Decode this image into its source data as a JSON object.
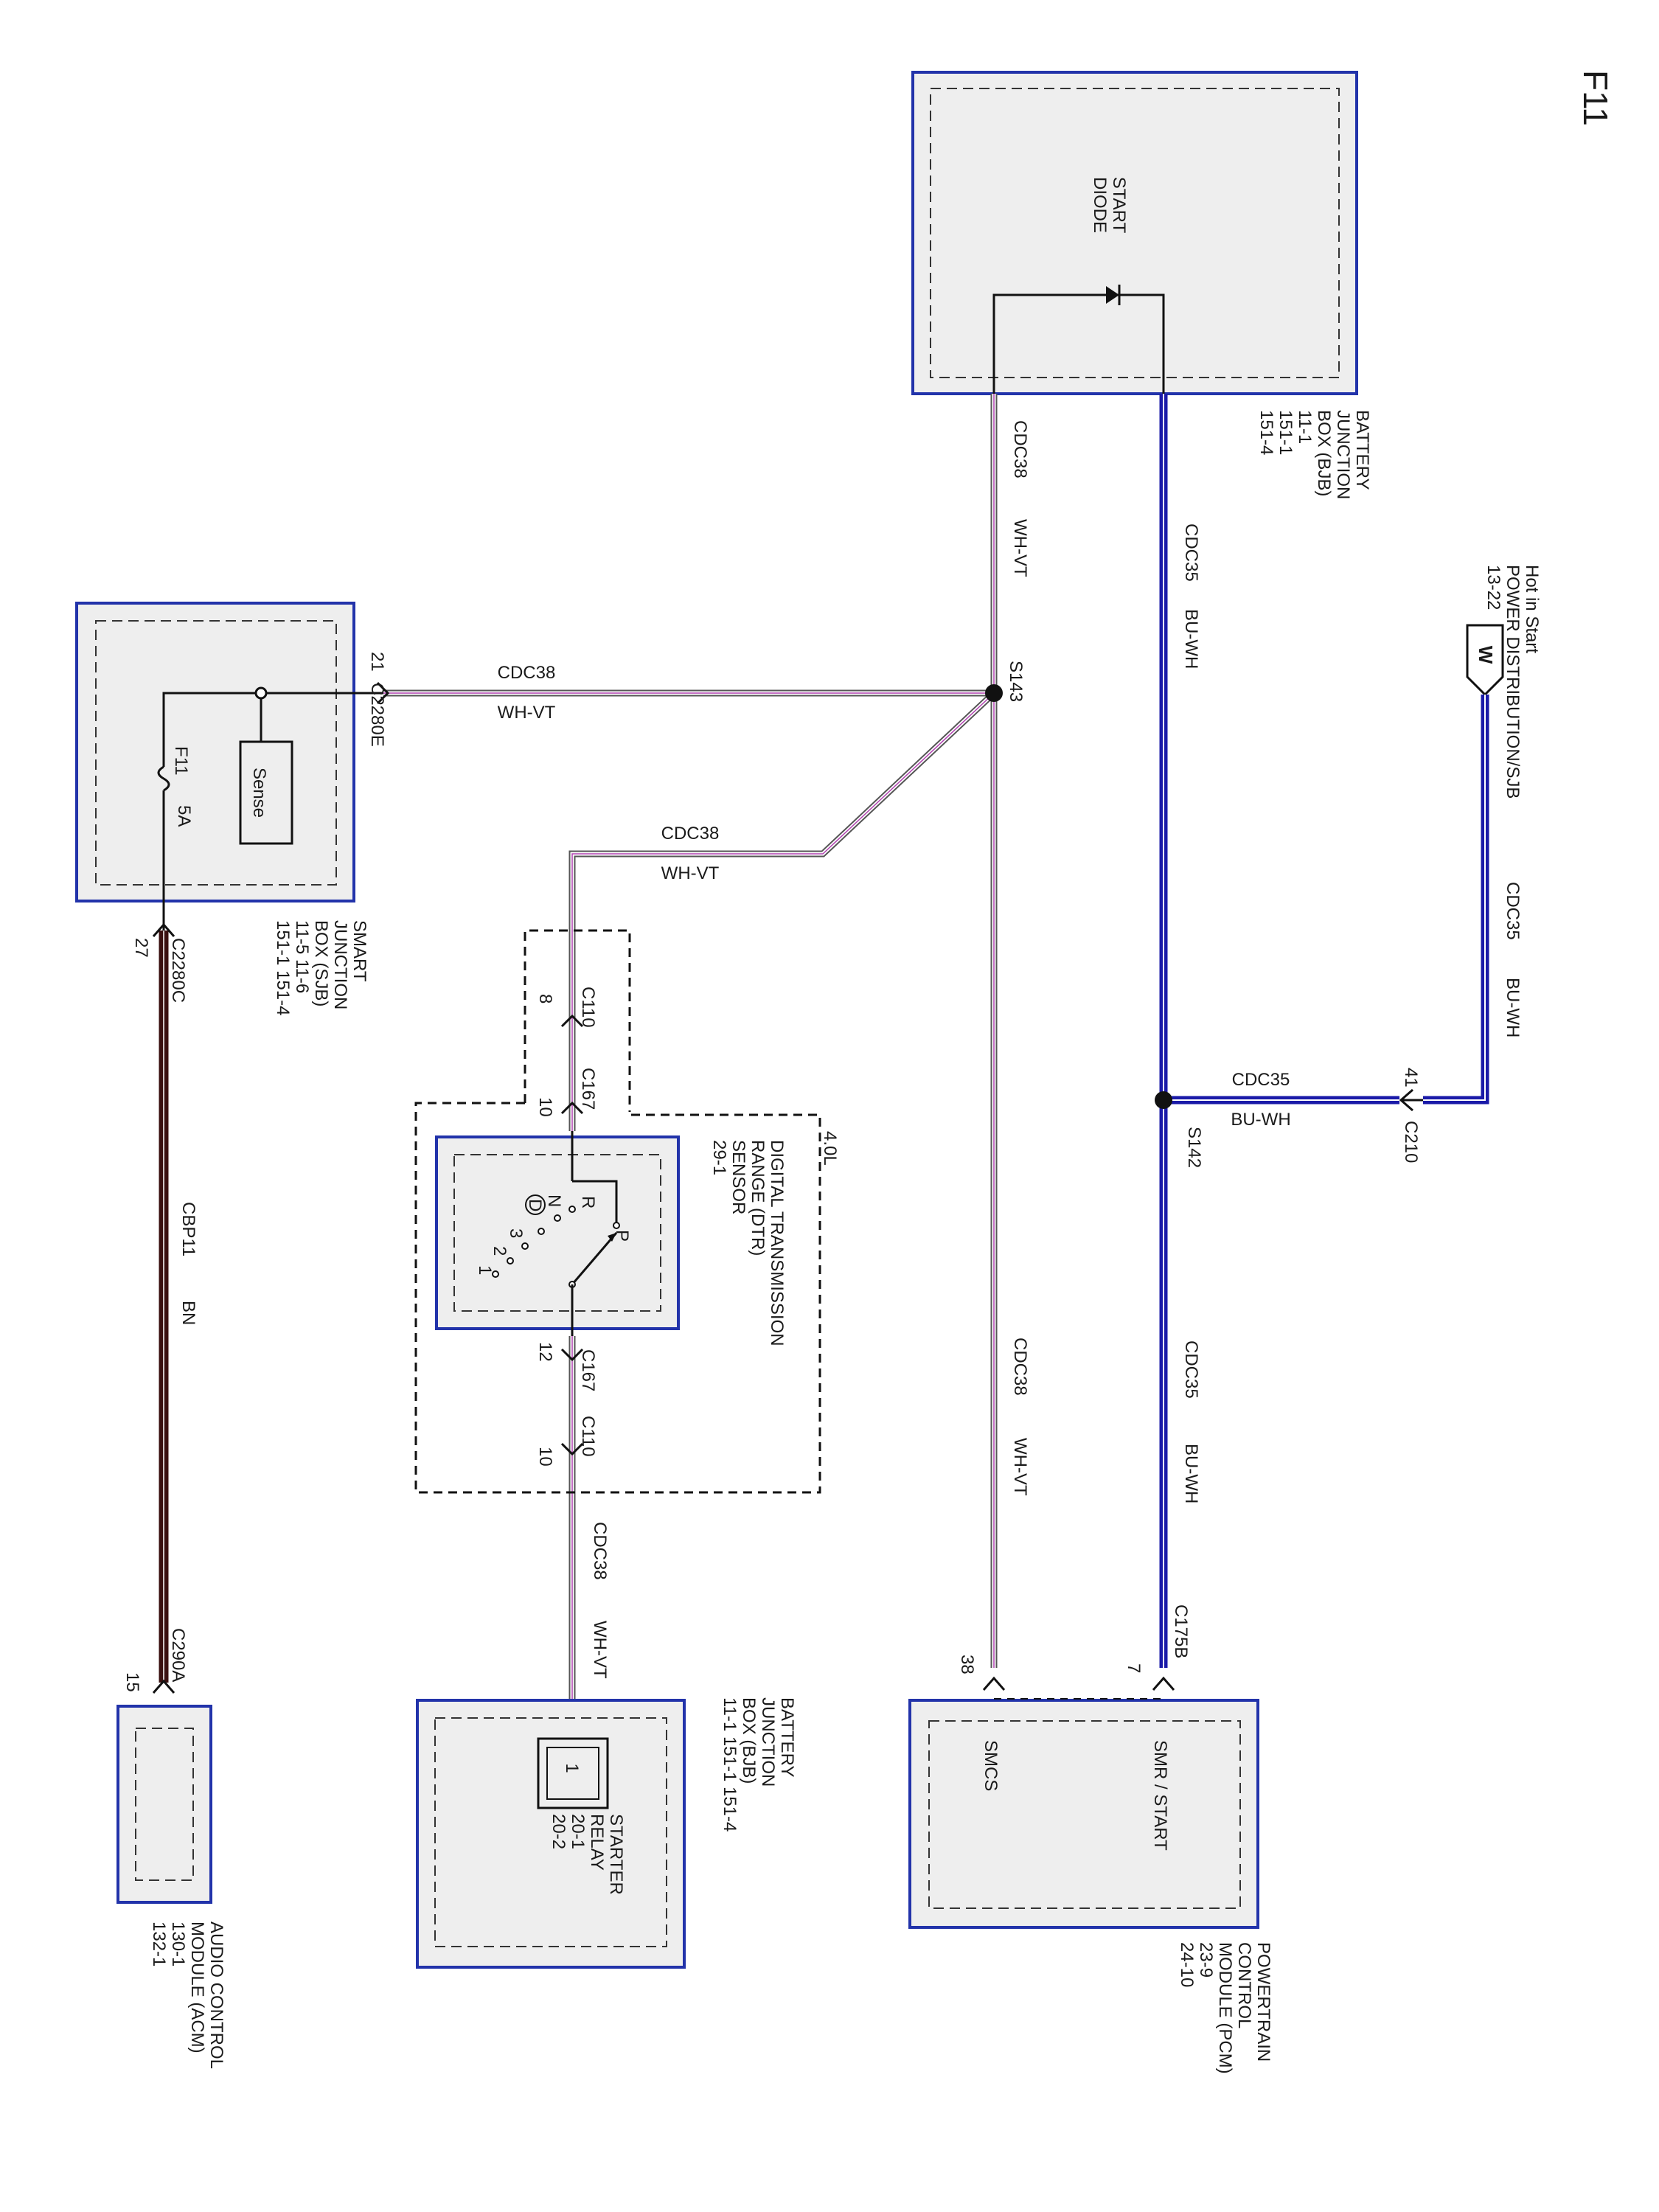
{
  "page_id": "F11",
  "components": {
    "bjb_top": {
      "inner_label": [
        "START",
        "DIODE"
      ],
      "name": [
        "BATTERY",
        "JUNCTION",
        "BOX (BJB)"
      ],
      "refs": [
        "11-1",
        "151-1",
        "151-4"
      ]
    },
    "sjb": {
      "name": [
        "SMART",
        "JUNCTION",
        "BOX (SJB)"
      ],
      "refs": [
        "11-5      11-6",
        "151-1          151-4"
      ],
      "sense_label": "Sense",
      "fuse_label": "F11",
      "fuse_rating": "5A"
    },
    "dtr": {
      "name": [
        "DIGITAL TRANSMISSION",
        "RANGE (DTR)",
        "SENSOR"
      ],
      "ref": "29-1",
      "engine": "4.0L",
      "positions": [
        "P",
        "R",
        "N",
        "D",
        "3",
        "2",
        "1"
      ]
    },
    "pcm": {
      "name": [
        "POWERTRAIN",
        "CONTROL",
        "MODULE (PCM)"
      ],
      "refs": [
        "23-9",
        "24-10"
      ],
      "pin1": "SMR / START",
      "pin2": "SMCS"
    },
    "bjb_bottom": {
      "name": [
        "BATTERY",
        "JUNCTION",
        "BOX (BJB)"
      ],
      "refs": [
        "11-1      151-1      151-4"
      ],
      "relay_name": [
        "STARTER",
        "RELAY"
      ],
      "relay_refs": [
        "20-1",
        "20-2"
      ],
      "relay_pin": "1"
    },
    "acm": {
      "name": [
        "AUDIO CONTROL",
        "MODULE (ACM)"
      ],
      "refs": [
        "130-1",
        "132-1"
      ]
    },
    "power": {
      "text": [
        "Hot in Start",
        "POWER DISTRIBUTION/SJB"
      ],
      "ref": "13-22",
      "symbol": "W"
    }
  },
  "circuits": {
    "cdc35": "CDC35",
    "bu_wh": "BU-WH",
    "cdc38": "CDC38",
    "wh_vt": "WH-VT",
    "cbp11": "CBP11",
    "bn": "BN"
  },
  "splices": {
    "s143": "S143",
    "s142": "S142"
  },
  "connectors": {
    "c210": "C210",
    "c210_pin": "41",
    "c2280e": "C2280E",
    "c2280e_pin": "21",
    "c2280c": "C2280C",
    "c2280c_pin": "27",
    "c110_top": "C110",
    "c110_top_pin": "8",
    "c167_top": "C167",
    "c167_top_pin": "10",
    "c167_bot": "C167",
    "c167_bot_pin": "12",
    "c110_bot": "C110",
    "c110_bot_pin": "10",
    "c175b": "C175B",
    "c175b_pin7": "7",
    "c175b_pin38": "38",
    "c290a": "C290A",
    "c290a_pin": "15"
  },
  "colors": {
    "bu_wh_wire": "#1a1aa8",
    "wh_vt_stripe": "#b040b0",
    "bn_wire": "#3a1010",
    "component_border": "#2233aa",
    "component_fill": "#eeeeee"
  }
}
